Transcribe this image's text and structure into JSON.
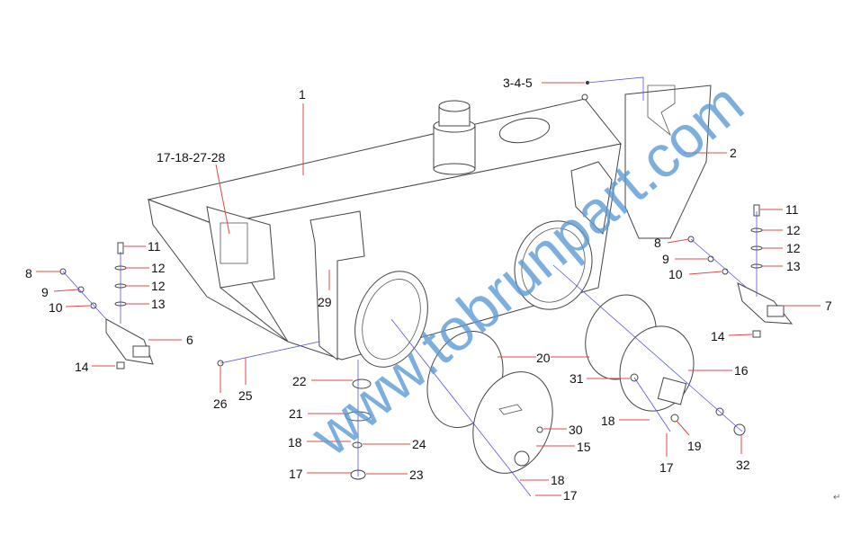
{
  "labels": [
    "1",
    "3-4-5",
    "2",
    "17-18-27-28",
    "11",
    "12",
    "12",
    "13",
    "8",
    "9",
    "10",
    "7",
    "14",
    "11",
    "8",
    "12",
    "9",
    "12",
    "13",
    "10",
    "6",
    "14",
    "29",
    "26",
    "25",
    "22",
    "21",
    "18",
    "24",
    "17",
    "23",
    "20",
    "31",
    "16",
    "18",
    "19",
    "17",
    "32",
    "30",
    "15",
    "18",
    "17"
  ],
  "watermark": "www.tobrunpart.com",
  "corner_mark": "↵",
  "colors": {
    "leader": "#e04848",
    "axis": "#5555dd",
    "watermark": "#5b9bd5"
  }
}
